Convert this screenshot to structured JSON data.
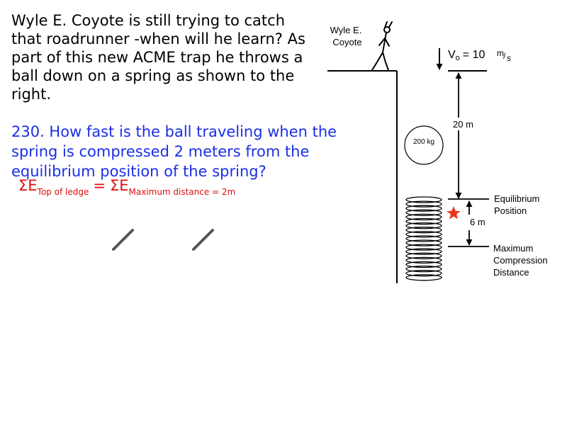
{
  "problem_text": "Wyle E. Coyote is still trying to catch that roadrunner -when will he learn? As part of this new ACME trap he throws a ball down on a spring as shown to the right.",
  "question_text": "230. How fast is the ball traveling when the spring is compressed 2 meters from the equilibrium position of the spring?",
  "equation": {
    "sigma_left": "ΣE",
    "left_sub": "Top of ledge",
    "equals": "=",
    "sigma_right": "ΣE",
    "right_sub": "Maximum distance = 2m"
  },
  "diagram": {
    "coyote_label_line1": "Wyle E.",
    "coyote_label_line2": "Coyote",
    "v0_label": "V",
    "v0_sub": "o",
    "v0_value": "= 10",
    "v0_unit_num": "m",
    "v0_unit_den": "s",
    "height_label": "20 m",
    "ball_label": "200 kg",
    "equilibrium_line1": "Equilibrium",
    "equilibrium_line2": "Position",
    "compression_label": "6 m",
    "max_line1": "Maximum",
    "max_line2": "Compression",
    "max_line3": "Distance"
  },
  "colors": {
    "question": "#1a2fe6",
    "equation": "#e00d0d",
    "star": "#e8361c",
    "pen_marks": "#555555"
  }
}
